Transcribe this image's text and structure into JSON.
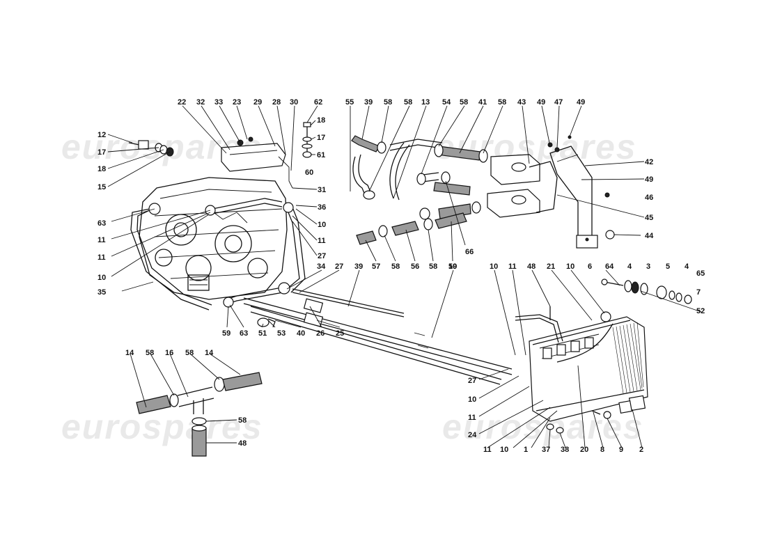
{
  "watermark": {
    "brand": "eurospares",
    "color": "#e9e9e9"
  },
  "callouts": [
    {
      "id": "c-22a",
      "text": "22"
    },
    {
      "id": "c-32",
      "text": "32"
    },
    {
      "id": "c-33",
      "text": "33"
    },
    {
      "id": "c-23",
      "text": "23"
    },
    {
      "id": "c-29",
      "text": "29"
    },
    {
      "id": "c-28",
      "text": "28"
    },
    {
      "id": "c-30",
      "text": "30"
    },
    {
      "id": "c-62",
      "text": "62"
    },
    {
      "id": "c-18a",
      "text": "18"
    },
    {
      "id": "c-17a",
      "text": "17"
    },
    {
      "id": "c-61",
      "text": "61"
    },
    {
      "id": "c-60",
      "text": "60"
    },
    {
      "id": "c-31",
      "text": "31"
    },
    {
      "id": "c-36",
      "text": "36"
    },
    {
      "id": "c-10a",
      "text": "10"
    },
    {
      "id": "c-11a",
      "text": "11"
    },
    {
      "id": "c-27a",
      "text": "27"
    },
    {
      "id": "c-12",
      "text": "12"
    },
    {
      "id": "c-17b",
      "text": "17"
    },
    {
      "id": "c-18b",
      "text": "18"
    },
    {
      "id": "c-15",
      "text": "15"
    },
    {
      "id": "c-63a",
      "text": "63"
    },
    {
      "id": "c-11b",
      "text": "11"
    },
    {
      "id": "c-11c",
      "text": "11"
    },
    {
      "id": "c-10b",
      "text": "10"
    },
    {
      "id": "c-35",
      "text": "35"
    },
    {
      "id": "c-59",
      "text": "59"
    },
    {
      "id": "c-63b",
      "text": "63"
    },
    {
      "id": "c-34",
      "text": "34"
    },
    {
      "id": "c-27b",
      "text": "27"
    },
    {
      "id": "c-51",
      "text": "51"
    },
    {
      "id": "c-53",
      "text": "53"
    },
    {
      "id": "c-40",
      "text": "40"
    },
    {
      "id": "c-26",
      "text": "26"
    },
    {
      "id": "c-25",
      "text": "25"
    },
    {
      "id": "c-39a",
      "text": "39"
    },
    {
      "id": "c-19",
      "text": "19"
    },
    {
      "id": "c-55",
      "text": "55"
    },
    {
      "id": "c-39b",
      "text": "39"
    },
    {
      "id": "c-58a",
      "text": "58"
    },
    {
      "id": "c-58b",
      "text": "58"
    },
    {
      "id": "c-13",
      "text": "13"
    },
    {
      "id": "c-54",
      "text": "54"
    },
    {
      "id": "c-58c",
      "text": "58"
    },
    {
      "id": "c-41",
      "text": "41"
    },
    {
      "id": "c-58d",
      "text": "58"
    },
    {
      "id": "c-43",
      "text": "43"
    },
    {
      "id": "c-49a",
      "text": "49"
    },
    {
      "id": "c-47",
      "text": "47"
    },
    {
      "id": "c-49b",
      "text": "49"
    },
    {
      "id": "c-42",
      "text": "42"
    },
    {
      "id": "c-49c",
      "text": "49"
    },
    {
      "id": "c-46",
      "text": "46"
    },
    {
      "id": "c-45",
      "text": "45"
    },
    {
      "id": "c-44",
      "text": "44"
    },
    {
      "id": "c-66",
      "text": "66"
    },
    {
      "id": "c-57",
      "text": "57"
    },
    {
      "id": "c-58e",
      "text": "58"
    },
    {
      "id": "c-56",
      "text": "56"
    },
    {
      "id": "c-58f",
      "text": "58"
    },
    {
      "id": "c-50",
      "text": "50"
    },
    {
      "id": "c-10c",
      "text": "10"
    },
    {
      "id": "c-11d",
      "text": "11"
    },
    {
      "id": "c-48a",
      "text": "48"
    },
    {
      "id": "c-21",
      "text": "21"
    },
    {
      "id": "c-10d",
      "text": "10"
    },
    {
      "id": "c-6",
      "text": "6"
    },
    {
      "id": "c-64",
      "text": "64"
    },
    {
      "id": "c-4a",
      "text": "4"
    },
    {
      "id": "c-3",
      "text": "3"
    },
    {
      "id": "c-5",
      "text": "5"
    },
    {
      "id": "c-4b",
      "text": "4"
    },
    {
      "id": "c-65",
      "text": "65"
    },
    {
      "id": "c-7",
      "text": "7"
    },
    {
      "id": "c-52",
      "text": "52"
    },
    {
      "id": "c-27c",
      "text": "27"
    },
    {
      "id": "c-10e",
      "text": "10"
    },
    {
      "id": "c-11e",
      "text": "11"
    },
    {
      "id": "c-24",
      "text": "24"
    },
    {
      "id": "c-11f",
      "text": "11"
    },
    {
      "id": "c-10f",
      "text": "10"
    },
    {
      "id": "c-1",
      "text": "1"
    },
    {
      "id": "c-37",
      "text": "37"
    },
    {
      "id": "c-38",
      "text": "38"
    },
    {
      "id": "c-20",
      "text": "20"
    },
    {
      "id": "c-8",
      "text": "8"
    },
    {
      "id": "c-9",
      "text": "9"
    },
    {
      "id": "c-2",
      "text": "2"
    },
    {
      "id": "c-14a",
      "text": "14"
    },
    {
      "id": "c-58g",
      "text": "58"
    },
    {
      "id": "c-16",
      "text": "16"
    },
    {
      "id": "c-58h",
      "text": "58"
    },
    {
      "id": "c-14b",
      "text": "14"
    },
    {
      "id": "c-58i",
      "text": "58"
    },
    {
      "id": "c-48b",
      "text": "48"
    }
  ]
}
